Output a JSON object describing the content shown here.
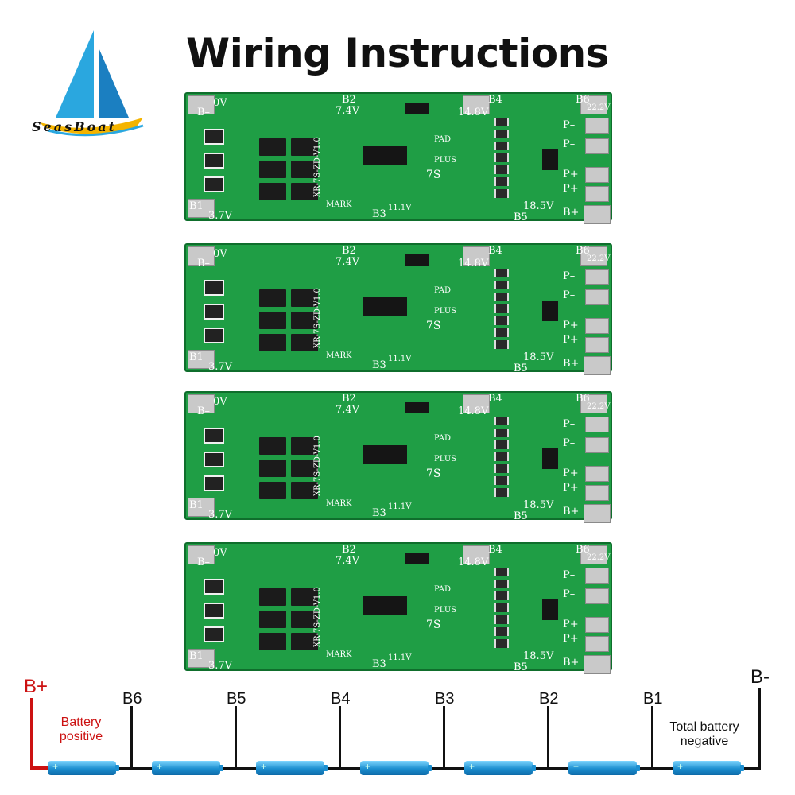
{
  "title": "Wiring Instructions",
  "logo": {
    "brand": "SeasBoat",
    "icon": "sailboat-icon"
  },
  "board_labels": {
    "zero_v": "0V",
    "b_minus": "B–",
    "b1": "B1",
    "v37": "3.7V",
    "b2": "B2",
    "v74": "7.4V",
    "b3": "B3",
    "v111": "11.1V",
    "b4": "B4",
    "v148": "14.8V",
    "b5": "B5",
    "v185": "18.5V",
    "b6": "B6",
    "v222": "22.2V",
    "p_minus": "P–",
    "p_plus": "P+",
    "b_plus": "B+",
    "pad": "PAD",
    "plus": "PLUS",
    "model": "7S",
    "mark": "MARK",
    "part": "XR-7S-ZD-V1.0"
  },
  "diagram": {
    "left_terminal": "B+",
    "right_terminal": "B-",
    "positive_note": "Battery\npositive",
    "negative_note": "Total battery\nnegative",
    "nodes": [
      "B6",
      "B5",
      "B4",
      "B3",
      "B2",
      "B1"
    ],
    "cells": 7,
    "colors": {
      "positive": "#cc1111",
      "wire": "#111111",
      "cell": "#1c8fd0",
      "board": "#1f9e45"
    }
  }
}
